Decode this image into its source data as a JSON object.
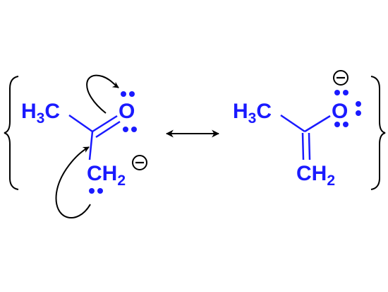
{
  "colors": {
    "structure": "#1a1aff",
    "arrows": "#000000",
    "brackets": "#000000"
  },
  "left_structure": {
    "h3c": {
      "main": "H",
      "sub": "3",
      "tail": "C"
    },
    "oxygen": "O",
    "ch2": {
      "main": "CH",
      "sub": "2"
    },
    "charge": "−"
  },
  "right_structure": {
    "h3c": {
      "main": "H",
      "sub": "3",
      "tail": "C"
    },
    "oxygen": "O",
    "ch2": {
      "main": "CH",
      "sub": "2"
    },
    "charge": "−"
  },
  "resonance_arrow": "double-headed-arrow"
}
